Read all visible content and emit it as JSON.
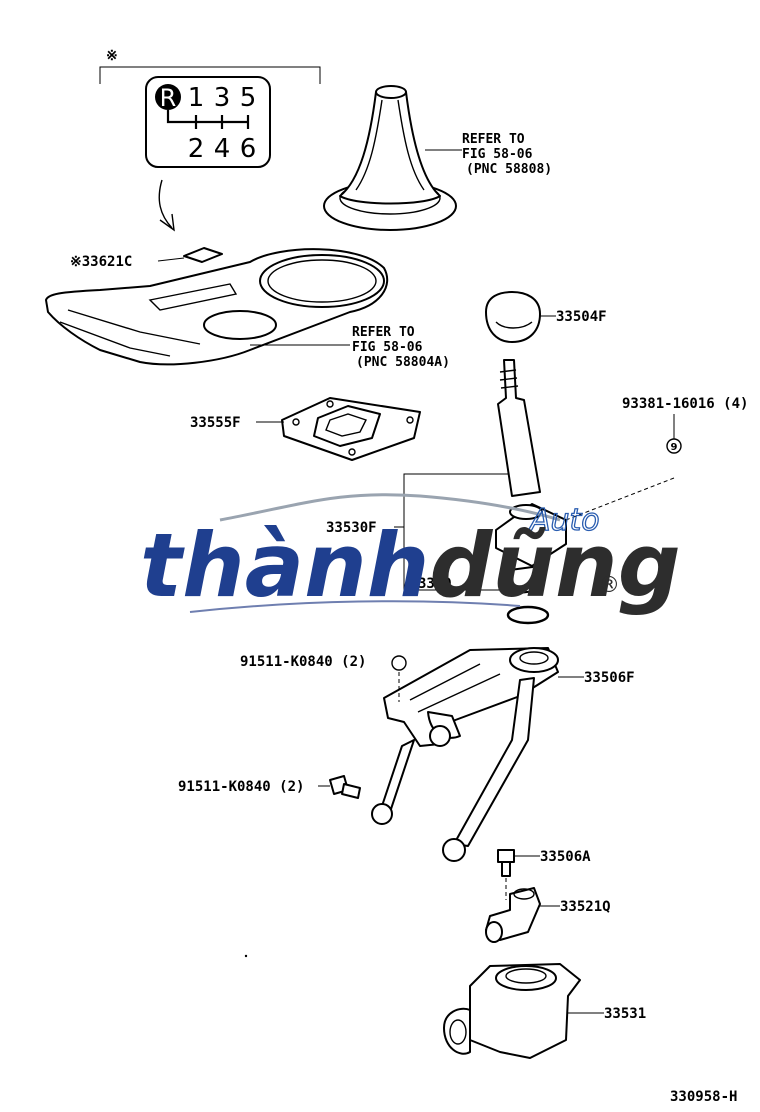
{
  "symbols": {
    "reference_mark": "※",
    "registered": "®"
  },
  "shift_pattern": {
    "reverse": "R",
    "top_row": [
      "1",
      "3",
      "5"
    ],
    "bottom_row": [
      "2",
      "4",
      "6"
    ]
  },
  "parts": {
    "indicator_plate": "※33621C",
    "boot_ref": [
      "REFER TO",
      "FIG 58-06",
      "(PNC 58808)"
    ],
    "bezel_ref": [
      "REFER TO",
      "FIG 58-06",
      "(PNC 58804A)"
    ],
    "knob": "33504F",
    "bolt_4": "93381-16016 (4)",
    "retainer": "33555F",
    "lever": "33530F",
    "hidden_part": "3350",
    "housing": "33506F",
    "nut_2": "91511-K0840 (2)",
    "bolt_2": "91511-K0840 (2)",
    "pin": "33506A",
    "bracket": "33521Q",
    "seat": "33531"
  },
  "diagram_code": "330958-H",
  "watermark": {
    "part1": "thành",
    "part2": "dũng",
    "script": "Auto",
    "colors": {
      "blue": "#1f3f8f",
      "dark": "#2d2d2d",
      "accent": "#2a5db0"
    }
  }
}
